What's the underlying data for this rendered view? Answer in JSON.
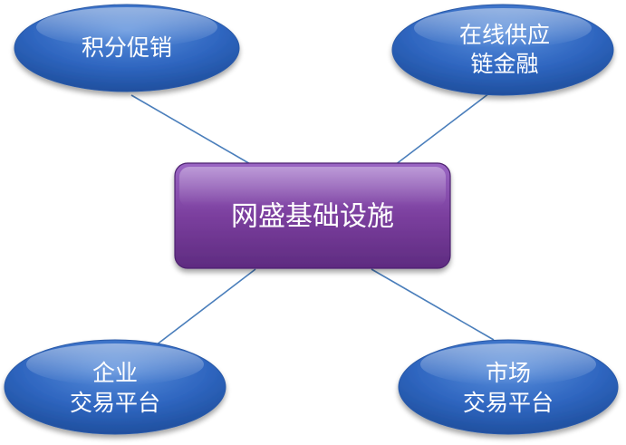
{
  "center": {
    "label": "网盛基础设施",
    "color": "#7b3f9e"
  },
  "nodes": [
    {
      "id": "top-left",
      "lines": [
        "积分促销"
      ]
    },
    {
      "id": "top-right",
      "lines": [
        "在线供应",
        "链金融"
      ]
    },
    {
      "id": "bottom-left",
      "lines": [
        "企业",
        "交易平台"
      ]
    },
    {
      "id": "bottom-right",
      "lines": [
        "市场",
        "交易平台"
      ]
    }
  ],
  "colors": {
    "node_fill": "#3b6fc4",
    "connector": "#4a7ebb"
  }
}
